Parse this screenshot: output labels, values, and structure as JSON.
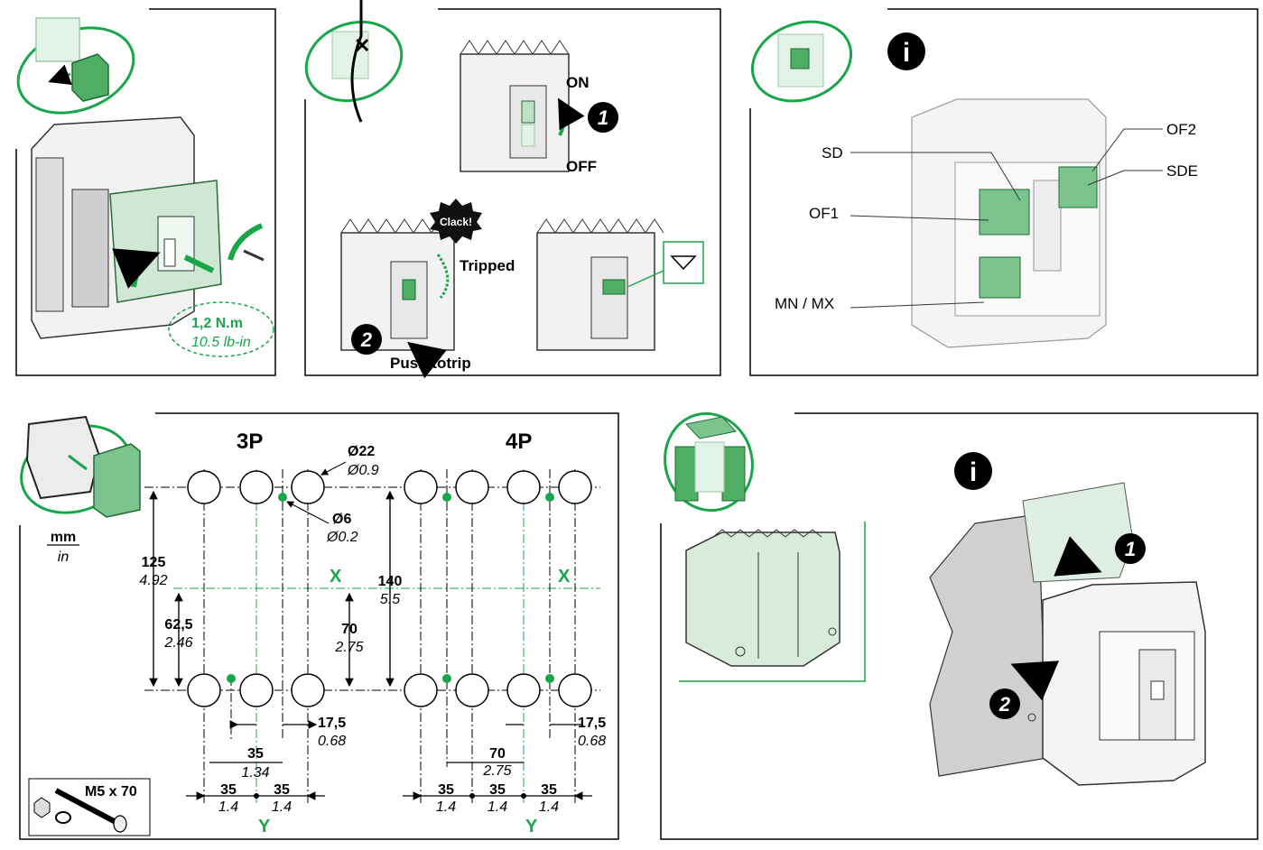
{
  "panel1": {
    "torque_value": "1,2 N.m",
    "torque_imperial": "10.5 lb-in"
  },
  "panel2": {
    "on_label": "ON",
    "off_label": "OFF",
    "step1": "1",
    "step2": "2",
    "clack_label": "Clack!",
    "tripped_label": "Tripped",
    "push_label": "Push totrip"
  },
  "panel3": {
    "info_symbol": "i",
    "labels": {
      "of2": "OF2",
      "sd": "SD",
      "sde": "SDE",
      "of1": "OF1",
      "mnmx": "MN / MX"
    }
  },
  "panel4": {
    "unit_mm": "mm",
    "unit_in": "in",
    "title_3p": "3P",
    "title_4p": "4P",
    "hole_dia_mm": "Ø22",
    "hole_dia_in": "Ø0.9",
    "pin_dia_mm": "Ø6",
    "pin_dia_in": "Ø0.2",
    "dim125_mm": "125",
    "dim125_in": "4.92",
    "dim62_mm": "62,5",
    "dim62_in": "2.46",
    "dim140_mm": "140",
    "dim140_in": "5.5",
    "dim70v_mm": "70",
    "dim70v_in": "2.75",
    "axis_x": "X",
    "axis_y": "Y",
    "dim17_mm": "17,5",
    "dim17_in": "0.68",
    "dim35_mm": "35",
    "dim35_in_134": "1.34",
    "dim35_in_14": "1.4",
    "dim70h_mm": "70",
    "dim70h_in": "2.75",
    "screw_label": "M5 x 70"
  },
  "panel5": {
    "info_symbol": "i",
    "step1": "1",
    "step2": "2"
  },
  "colors": {
    "green": "#19a64a",
    "light_green": "#cfe8d3",
    "grey": "#d0d0d0"
  }
}
